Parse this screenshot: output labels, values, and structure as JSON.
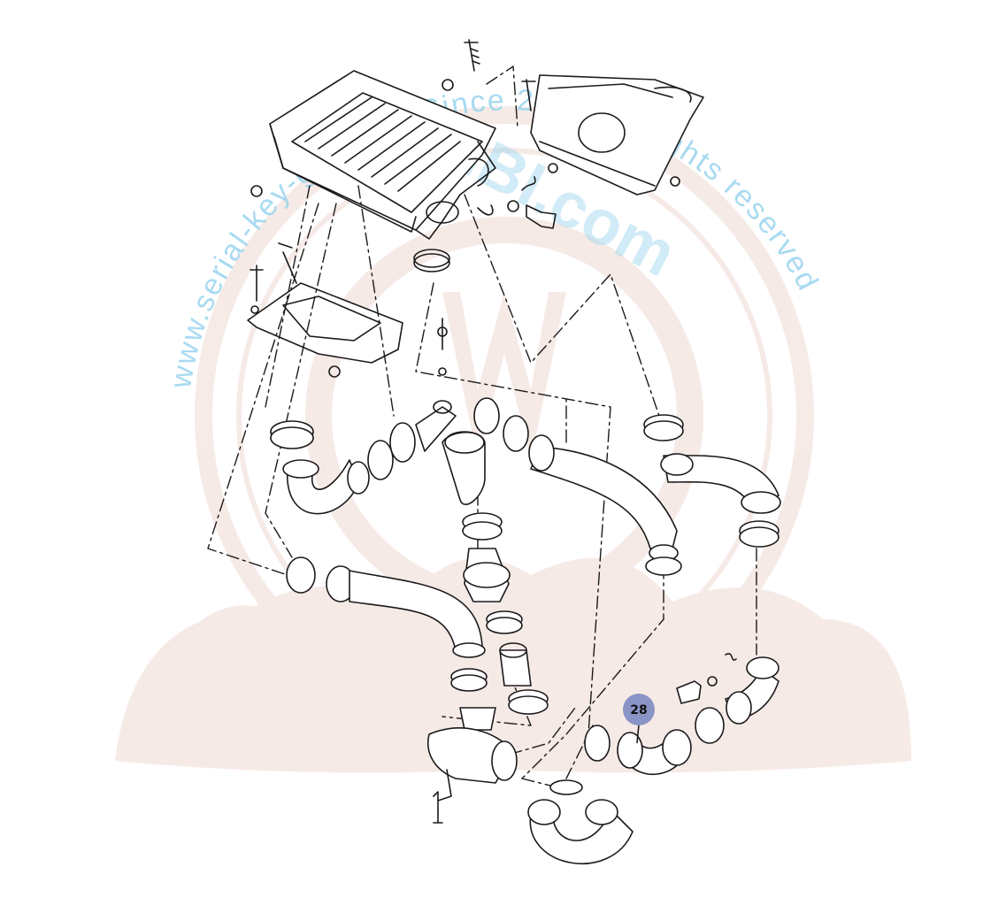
{
  "diagram": {
    "callout": {
      "label": "28",
      "color": "#8a94c6"
    },
    "watermark": {
      "text": "www.serial-key-gen.com Since 2005 All rights reserved",
      "brand_text": "SKIBI.com",
      "text_color": "#9ad4ef",
      "emblem_color": "#f3e4de"
    },
    "line_color": "#1a1a1a"
  }
}
